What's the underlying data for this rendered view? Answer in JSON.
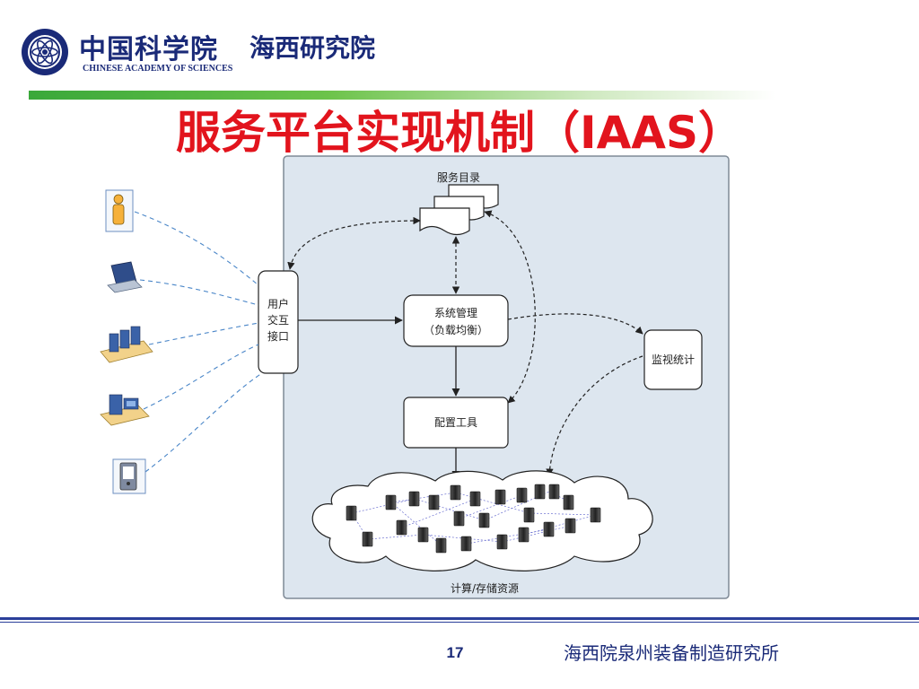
{
  "header": {
    "org_cn": "中国科学院",
    "org_en": "CHINESE ACADEMY OF SCIENCES",
    "institute": "海西研究院"
  },
  "slide": {
    "title": "服务平台实现机制（IAAS）"
  },
  "diagram": {
    "nodes": {
      "catalog": "服务目录",
      "ui_line1": "用户",
      "ui_line2": "交互",
      "ui_line3": "接口",
      "sysmgmt_line1": "系统管理",
      "sysmgmt_line2": "（负载均衡）",
      "monitor": "监视统计",
      "config": "配置工具",
      "resources": "计算/存储资源"
    },
    "clients": [
      "person-icon",
      "laptop-icon",
      "server-group-icon",
      "workstation-icon",
      "handheld-device-icon"
    ],
    "colors": {
      "panel_bg": "#dde6ef",
      "panel_border": "#7f8a96",
      "dashed_link": "#4a86c8",
      "arrow": "#222222"
    }
  },
  "footer": {
    "page_number": "17",
    "organization": "海西院泉州装备制造研究所"
  }
}
